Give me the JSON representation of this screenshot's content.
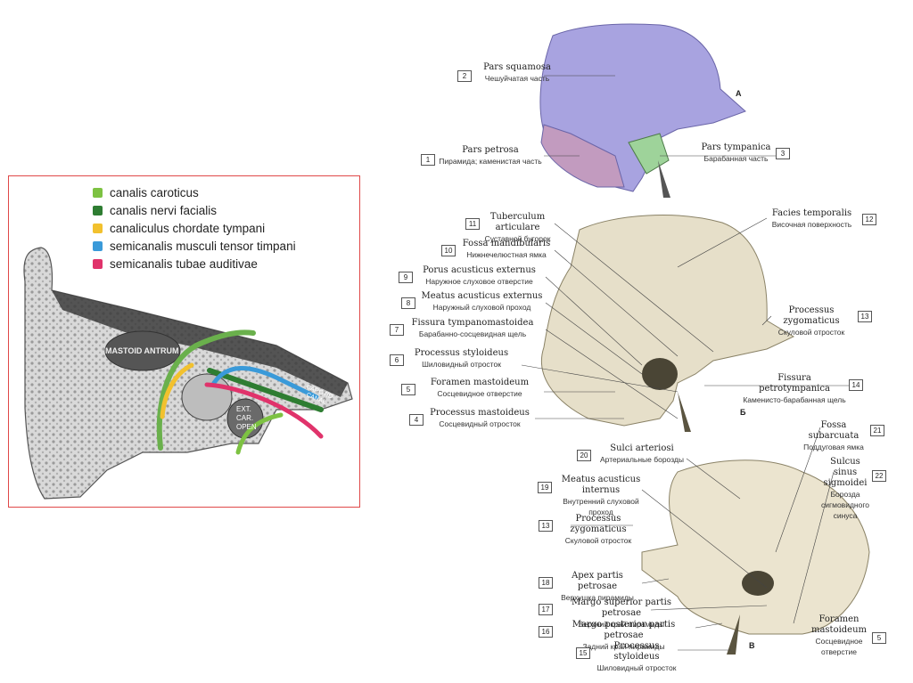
{
  "legend": [
    {
      "label": "canalis caroticus",
      "color": "#7dc242"
    },
    {
      "label": "canalis nervi facialis",
      "color": "#2e7d32"
    },
    {
      "label": "canaliculus chordate tympani",
      "color": "#f2c12e"
    },
    {
      "label": "semicanalis musculi tensor timpani",
      "color": "#3a9ad9"
    },
    {
      "label": "semicanalis tubae auditivae",
      "color": "#e0336b"
    }
  ],
  "section_text": {
    "antrum": "MASTOID ANTRUM",
    "ext_car_open": [
      "EXT.",
      "CAR.",
      "OPEN"
    ],
    "carotid_canal": [
      "CAROTID",
      "CANAL"
    ]
  },
  "views": [
    "А",
    "Б",
    "В"
  ],
  "labels": [
    {
      "num": "2",
      "la": "Pars squamosa",
      "ru": "Чешуйчатая часть"
    },
    {
      "num": "1",
      "la": "Pars petrosa",
      "ru": "Пирамида; каменистая часть"
    },
    {
      "num": "3",
      "la": "Pars tympanica",
      "ru": "Барабанная часть"
    },
    {
      "num": "11",
      "la": "Tuberculum articulare",
      "ru": "Суставной бугорок"
    },
    {
      "num": "10",
      "la": "Fossa mandibularis",
      "ru": "Нижнечелюстная ямка"
    },
    {
      "num": "9",
      "la": "Porus acusticus externus",
      "ru": "Наружное слуховое отверстие"
    },
    {
      "num": "8",
      "la": "Meatus acusticus externus",
      "ru": "Наружный слуховой проход"
    },
    {
      "num": "7",
      "la": "Fissura tympanomastoidea",
      "ru": "Барабанно-сосцевидная щель"
    },
    {
      "num": "6",
      "la": "Processus styloideus",
      "ru": "Шиловидный отросток"
    },
    {
      "num": "5",
      "la": "Foramen mastoideum",
      "ru": "Сосцевидное отверстие"
    },
    {
      "num": "4",
      "la": "Processus mastoideus",
      "ru": "Сосцевидный отросток"
    },
    {
      "num": "12",
      "la": "Facies temporalis",
      "ru": "Височная поверхность"
    },
    {
      "num": "13",
      "la": "Processus zygomaticus",
      "ru": "Скуловой отросток"
    },
    {
      "num": "14",
      "la": "Fissura petrotympanica",
      "ru": "Каменисто-барабанная щель"
    },
    {
      "num": "20",
      "la": "Sulci arteriosi",
      "ru": "Артериальные борозды"
    },
    {
      "num": "21",
      "la": "Fossa subarcuata",
      "ru": "Поддуговая ямка"
    },
    {
      "num": "22",
      "la": "Sulcus sinus sigmoidei",
      "ru": "Борозда сигмовидного синуса"
    },
    {
      "num": "19",
      "la": "Meatus acusticus internus",
      "ru": "Внутренний слуховой проход"
    },
    {
      "num": "13",
      "la": "Processus zygomaticus",
      "ru": "Скуловой отросток"
    },
    {
      "num": "18",
      "la": "Apex partis petrosae",
      "ru": "Верхушка пирамиды"
    },
    {
      "num": "17",
      "la": "Margo superior partis petrosae",
      "ru": "Верхний край пирамиды"
    },
    {
      "num": "16",
      "la": "Margo posterior partis petrosae",
      "ru": "Задний край пирамиды"
    },
    {
      "num": "15",
      "la": "Processus styloideus",
      "ru": "Шиловидный отросток"
    },
    {
      "num": "5",
      "la": "Foramen mastoideum",
      "ru": "Сосцевидное отверстие"
    }
  ]
}
